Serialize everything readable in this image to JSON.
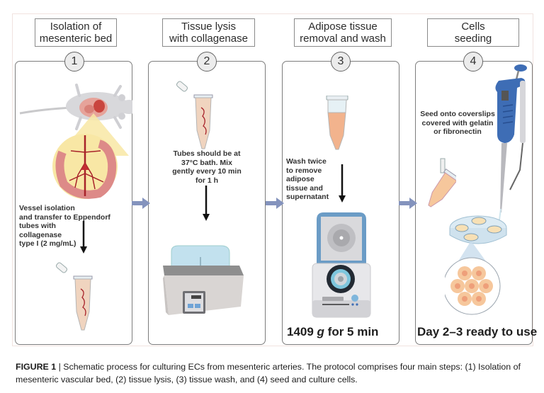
{
  "figure": {
    "steps": [
      {
        "number": "1",
        "title": "Isolation of\nmesenteric bed",
        "note": "Vessel isolation\nand transfer to Eppendorf\ntubes with\ncollagenase\ntype I (2 mg/mL)",
        "illustrations": [
          "mouse-dissection",
          "mesenteric-bed-zoom",
          "eppendorf-tube-with-vessels"
        ]
      },
      {
        "number": "2",
        "title": "Tissue lysis\nwith collagenase",
        "note": "Tubes should be at\n37°C bath. Mix\ngently every 10 min\nfor 1 h",
        "illustrations": [
          "eppendorf-tube-with-vessels",
          "water-bath"
        ]
      },
      {
        "number": "3",
        "title": "Adipose tissue\nremoval and wash",
        "note": "Wash twice\nto remove\nadipose\ntissue and\nsupernatant",
        "bottom_label": "1409 g for 5 min",
        "bottom_label_parts": {
          "value": "1409 ",
          "unit": "g",
          "rest": " for 5 min"
        },
        "illustrations": [
          "eppendorf-tube-orange",
          "centrifuge"
        ]
      },
      {
        "number": "4",
        "title": "Cells\nseeding",
        "note": "Seed onto coverslips\ncovered with gelatin\nor fibronectin",
        "bottom_label": "Day 2–3 ready to use",
        "illustrations": [
          "pipette",
          "eppendorf-tube-orange",
          "petri-dish-coverslips",
          "cell-cluster-zoom"
        ]
      }
    ],
    "colors": {
      "flow_arrow": "#8493bd",
      "pipette_blue": "#3e6db5",
      "centrifuge_lid": "#6b9cc6",
      "tube_fill": "#f2c8a8",
      "cell": "#f6c79c",
      "cell_nucleus": "#ee9f7a",
      "tissue_pink": "#dd8a88",
      "vessel_red": "#a8232a",
      "zoom_yellow": "#f8e7a5"
    }
  },
  "caption": {
    "label": "FIGURE 1",
    "separator": " | ",
    "text": "Schematic process for culturing ECs from mesenteric arteries. The protocol comprises four main steps: (1) Isolation of mesenteric vascular bed, (2) tissue lysis, (3) tissue wash, and (4) seed and culture cells."
  }
}
